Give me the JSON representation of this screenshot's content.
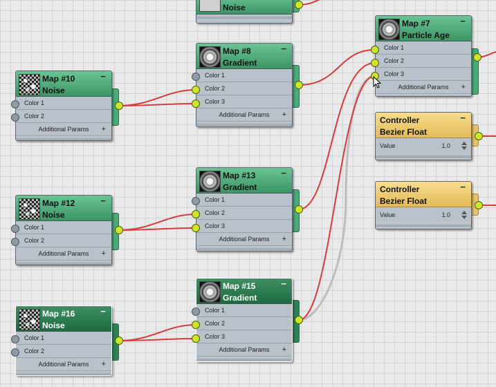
{
  "nodes": {
    "top_noise": {
      "title": "Noise"
    },
    "map7": {
      "name": "Map #7",
      "type": "Particle Age",
      "rows": [
        "Color 1",
        "Color 2",
        "Color 3"
      ],
      "params": "Additional Params"
    },
    "map8": {
      "name": "Map #8",
      "type": "Gradient",
      "rows": [
        "Color 1",
        "Color 2",
        "Color 3"
      ],
      "params": "Additional Params"
    },
    "map10": {
      "name": "Map #10",
      "type": "Noise",
      "rows": [
        "Color 1",
        "Color 2"
      ],
      "params": "Additional Params"
    },
    "map12": {
      "name": "Map #12",
      "type": "Noise",
      "rows": [
        "Color 1",
        "Color 2"
      ],
      "params": "Additional Params"
    },
    "map13": {
      "name": "Map #13",
      "type": "Gradient",
      "rows": [
        "Color 1",
        "Color 2",
        "Color 3"
      ],
      "params": "Additional Params"
    },
    "map15": {
      "name": "Map #15",
      "type": "Gradient",
      "rows": [
        "Color 1",
        "Color 2",
        "Color 3"
      ],
      "params": "Additional Params"
    },
    "map16": {
      "name": "Map #16",
      "type": "Noise",
      "rows": [
        "Color 1",
        "Color 2"
      ],
      "params": "Additional Params"
    },
    "ctrl1": {
      "line1": "Controller",
      "line2": "Bezier Float",
      "label": "Value",
      "value": "1.0"
    },
    "ctrl2": {
      "line1": "Controller",
      "line2": "Bezier Float",
      "label": "Value",
      "value": "1.0"
    }
  },
  "glyphs": {
    "minus": "−",
    "plus": "+"
  },
  "colors": {
    "wire": "#d63a3a",
    "socket_connected": "#cde62b",
    "socket_empty": "#8e9aa6",
    "map_header": "#4caa79",
    "controller_header": "#e6c36a"
  }
}
